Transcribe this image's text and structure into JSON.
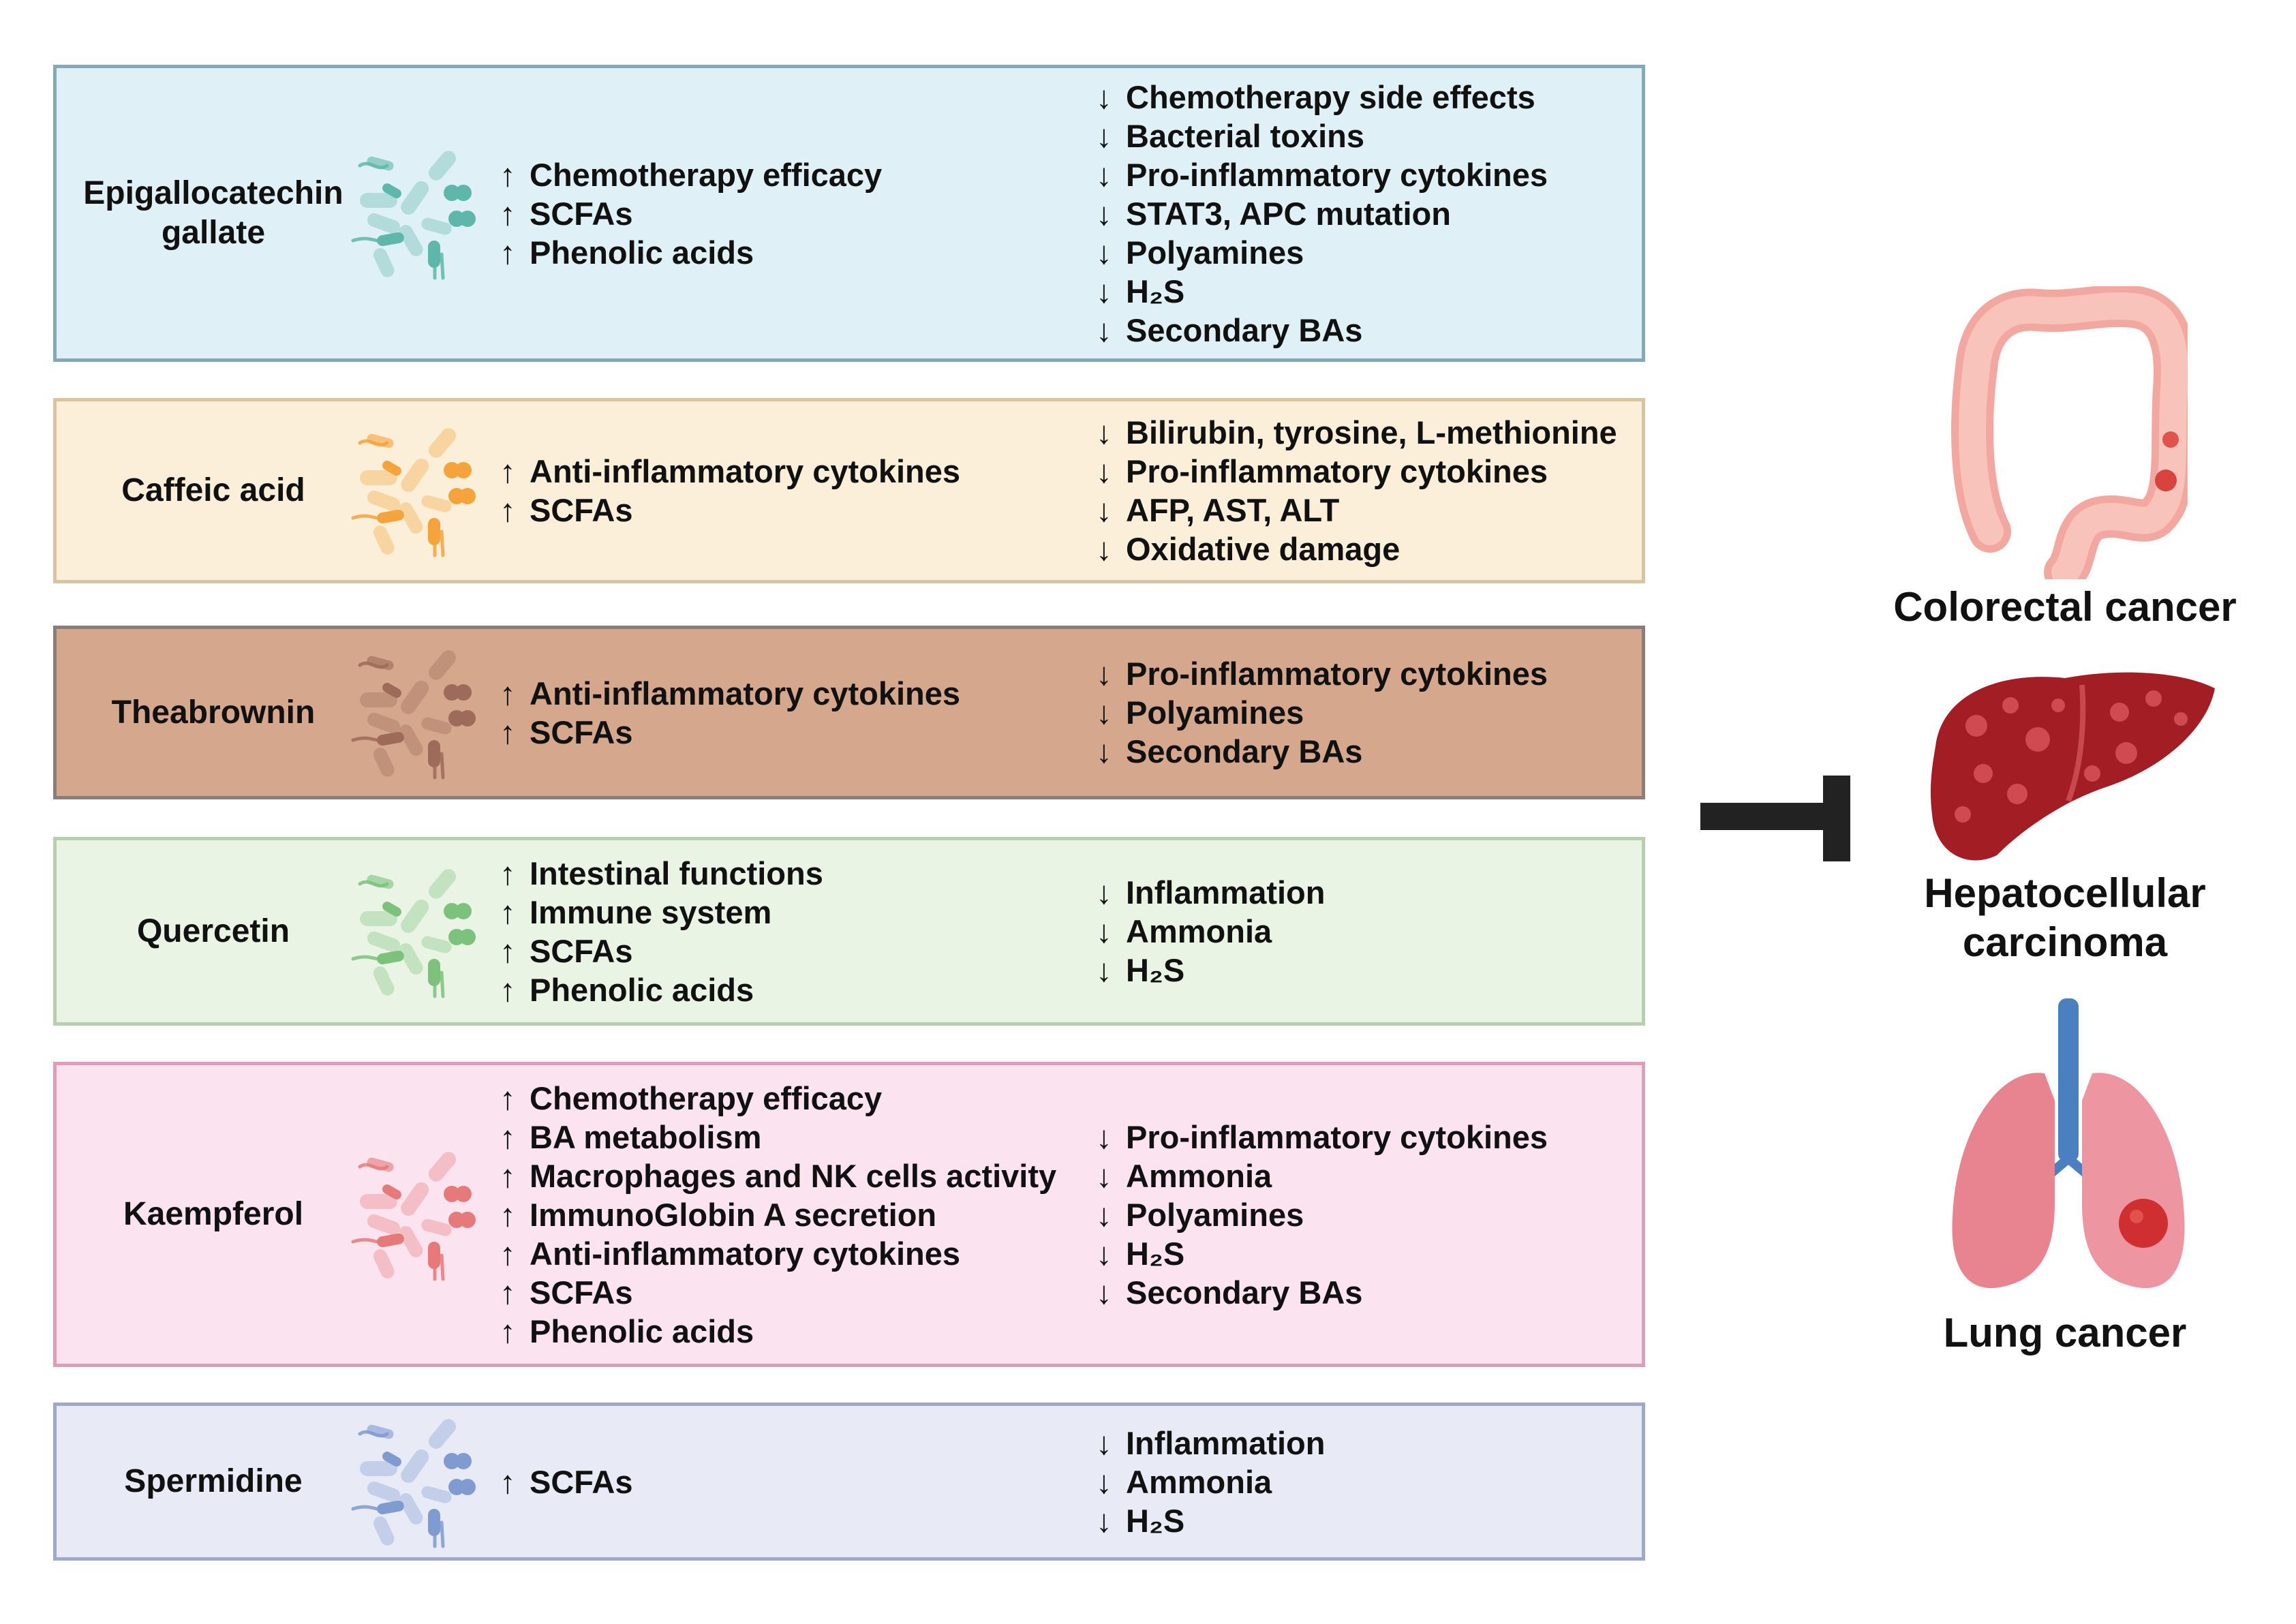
{
  "panels": [
    {
      "compound": "Epigallocatechin\ngallate",
      "fill": "#dff1f6",
      "border": "#84aab8",
      "microbe_color": "#5fb7ab",
      "increases": [
        "Chemotherapy efficacy",
        "SCFAs",
        "Phenolic acids"
      ],
      "decreases": [
        "Chemotherapy side effects",
        "Bacterial toxins",
        "Pro-inflammatory cytokines",
        "STAT3, APC mutation",
        "Polyamines",
        "H₂S",
        "Secondary BAs"
      ]
    },
    {
      "compound": "Caffeic acid",
      "fill": "#fbefd9",
      "border": "#d9c3a0",
      "microbe_color": "#f5a33c",
      "increases": [
        "Anti-inflammatory cytokines",
        "SCFAs"
      ],
      "decreases": [
        "Bilirubin, tyrosine, L-methionine",
        "Pro-inflammatory cytokines",
        "AFP, AST, ALT",
        "Oxidative damage"
      ]
    },
    {
      "compound": "Theabrownin",
      "fill": "#d5a78c",
      "border": "#8c7d78",
      "microbe_color": "#9e6a5a",
      "increases": [
        "Anti-inflammatory cytokines",
        "SCFAs"
      ],
      "decreases": [
        "Pro-inflammatory cytokines",
        "Polyamines",
        "Secondary BAs"
      ]
    },
    {
      "compound": "Quercetin",
      "fill": "#eaf4e4",
      "border": "#b6cfae",
      "microbe_color": "#7cc27c",
      "increases": [
        "Intestinal functions",
        "Immune system",
        "SCFAs",
        "Phenolic acids"
      ],
      "decreases": [
        "Inflammation",
        "Ammonia",
        "H₂S"
      ]
    },
    {
      "compound": "Kaempferol",
      "fill": "#fbe3ef",
      "border": "#e59abb",
      "microbe_color": "#e67a7a",
      "increases": [
        "Chemotherapy efficacy",
        "BA metabolism",
        "Macrophages and NK cells activity",
        "ImmunoGlobin A secretion",
        "Anti-inflammatory cytokines",
        "SCFAs",
        "Phenolic acids"
      ],
      "decreases": [
        "Pro-inflammatory cytokines",
        "Ammonia",
        "Polyamines",
        "H₂S",
        "Secondary BAs"
      ]
    },
    {
      "compound": "Spermidine",
      "fill": "#e8ebf6",
      "border": "#9ea8c9",
      "microbe_color": "#7f9bd0",
      "increases": [
        "SCFAs"
      ],
      "decreases": [
        "Inflammation",
        "Ammonia",
        "H₂S"
      ]
    }
  ],
  "arrows": {
    "up": "↑",
    "down": "↓"
  },
  "cancers": [
    {
      "label": "Colorectal cancer"
    },
    {
      "label": "Hepatocellular\ncarcinoma"
    },
    {
      "label": "Lung cancer"
    }
  ]
}
